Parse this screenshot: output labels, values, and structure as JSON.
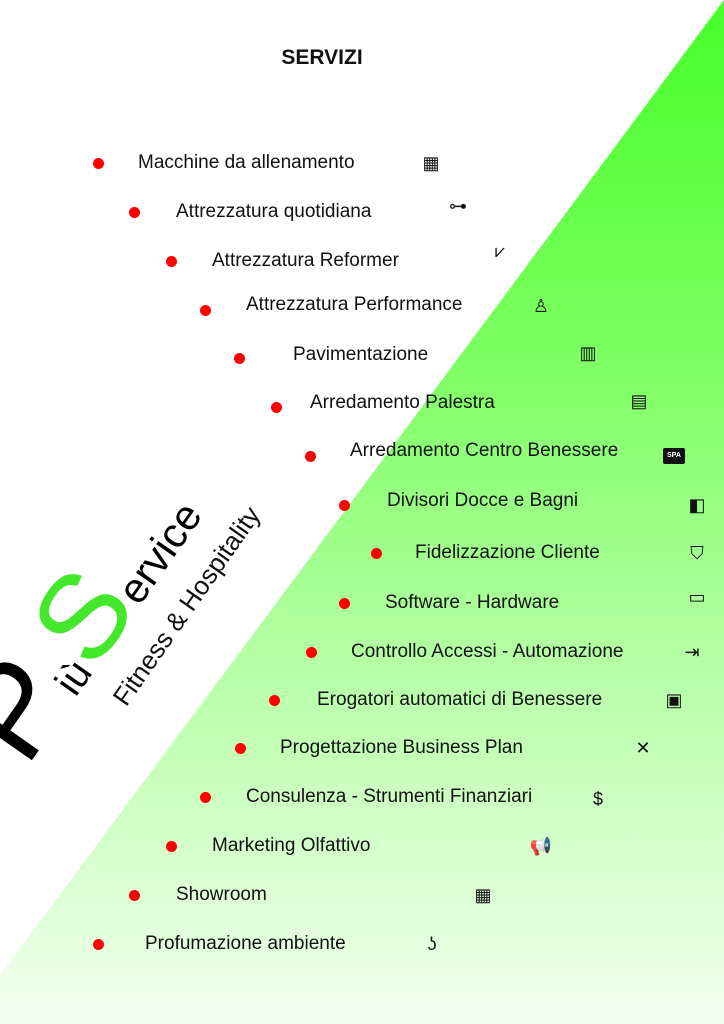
{
  "title": "SERVIZI",
  "colors": {
    "bullet": "#ff0000",
    "accent": "#44e82a"
  },
  "logo": {
    "p": "P",
    "iu": "iù",
    "s": "S",
    "ervice": "ervice",
    "tagline": "Fitness & Hospitality"
  },
  "items": [
    {
      "label": "Macchine da allenamento",
      "icon": "gym-machine-icon"
    },
    {
      "label": "Attrezzatura quotidiana",
      "icon": "dumbbell-icon"
    },
    {
      "label": "Attrezzatura Reformer",
      "icon": "pilates-icon"
    },
    {
      "label": "Attrezzatura Performance",
      "icon": "massage-icon"
    },
    {
      "label": "Pavimentazione",
      "icon": "flooring-icon"
    },
    {
      "label": "Arredamento Palestra",
      "icon": "lockers-icon"
    },
    {
      "label": "Arredamento Centro Benessere",
      "icon": "spa-sign-icon",
      "icon_text": "SPA"
    },
    {
      "label": "Divisori Docce e Bagni",
      "icon": "restroom-icon"
    },
    {
      "label": "Fidelizzazione Cliente",
      "icon": "shopping-bag-icon"
    },
    {
      "label": "Software - Hardware",
      "icon": "computer-gear-icon"
    },
    {
      "label": "Controllo Accessi - Automazione",
      "icon": "door-access-icon"
    },
    {
      "label": "Erogatori automatici di Benessere",
      "icon": "vending-machine-icon"
    },
    {
      "label": "Progettazione Business Plan",
      "icon": "pencil-ruler-icon"
    },
    {
      "label": "Consulenza - Strumenti Finanziari",
      "icon": "money-bag-icon"
    },
    {
      "label": "Marketing Olfattivo",
      "icon": "megaphone-icon"
    },
    {
      "label": "Showroom",
      "icon": "building-icon"
    },
    {
      "label": "Profumazione ambiente",
      "icon": "nose-icon"
    }
  ]
}
